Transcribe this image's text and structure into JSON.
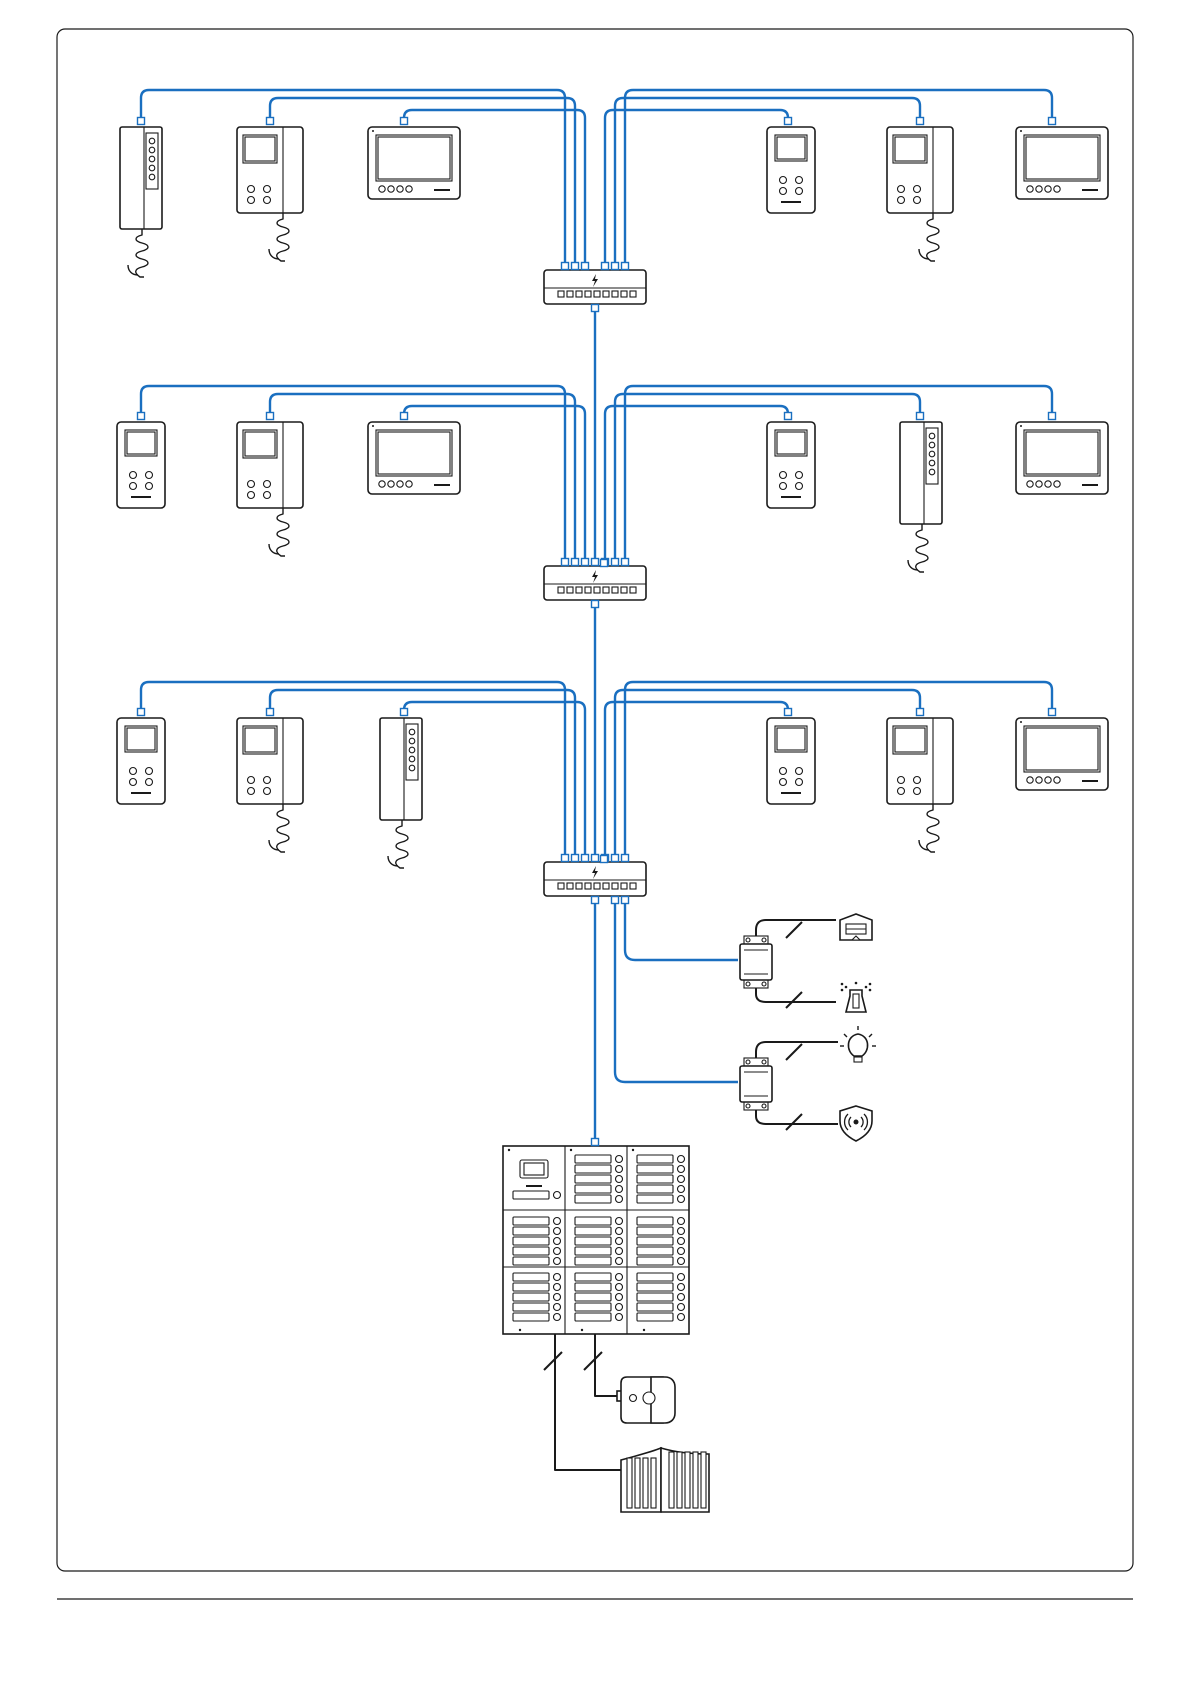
{
  "diagram": {
    "floors": [
      {
        "devices": [
          "handset-intercom",
          "handset-monitor",
          "touch-monitor",
          "hands-free-monitor",
          "handset-monitor",
          "touch-monitor"
        ]
      },
      {
        "devices": [
          "hands-free-monitor",
          "handset-monitor",
          "touch-monitor",
          "hands-free-monitor",
          "handset-intercom",
          "touch-monitor"
        ]
      },
      {
        "devices": [
          "hands-free-monitor",
          "handset-monitor",
          "handset-intercom",
          "hands-free-monitor",
          "handset-monitor",
          "touch-monitor"
        ]
      }
    ],
    "switches": [
      "poe-switch-icon",
      "poe-switch-icon",
      "poe-switch-icon"
    ],
    "relay_modules": [
      {
        "outputs": [
          "garage-door-icon",
          "sprinkler-icon"
        ]
      },
      {
        "outputs": [
          "light-bulb-icon",
          "alarm-shield-icon"
        ]
      }
    ],
    "entrance": {
      "panel": "modular-door-panel",
      "peripherals": [
        "electric-lock-icon",
        "gate-icon"
      ]
    },
    "colors": {
      "bus": "#1a6fc0",
      "wire": "#1a1a1a",
      "outline": "#1a1a1a"
    }
  }
}
